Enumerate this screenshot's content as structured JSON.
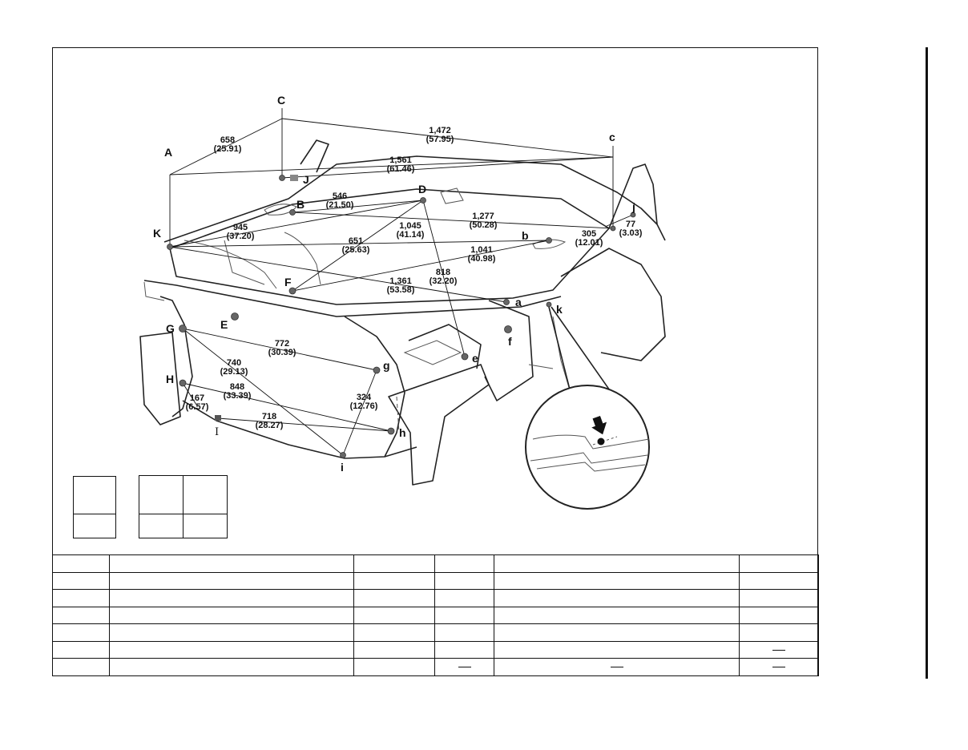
{
  "points_upper": {
    "A": "A",
    "B": "B",
    "C": "C",
    "D": "D",
    "E": "E",
    "F": "F",
    "G": "G",
    "H": "H",
    "J": "J",
    "K": "K"
  },
  "points_lower": {
    "a": "a",
    "b": "b",
    "c": "c",
    "e": "e",
    "f": "f",
    "g": "g",
    "h": "h",
    "i": "i",
    "j": "j",
    "k": "k"
  },
  "roman_I": "I",
  "dimensions": [
    {
      "id": "d658",
      "mm": "658",
      "in": "(25.91)"
    },
    {
      "id": "d1472",
      "mm": "1,472",
      "in": "(57.95)"
    },
    {
      "id": "d1561",
      "mm": "1,561",
      "in": "(61.46)"
    },
    {
      "id": "d546",
      "mm": "546",
      "in": "(21.50)"
    },
    {
      "id": "d1277",
      "mm": "1,277",
      "in": "(50.28)"
    },
    {
      "id": "d77",
      "mm": "77",
      "in": "(3.03)"
    },
    {
      "id": "d305",
      "mm": "305",
      "in": "(12.01)"
    },
    {
      "id": "d945",
      "mm": "945",
      "in": "(37.20)"
    },
    {
      "id": "d1045",
      "mm": "1,045",
      "in": "(41.14)"
    },
    {
      "id": "d651",
      "mm": "651",
      "in": "(25.63)"
    },
    {
      "id": "d1041",
      "mm": "1,041",
      "in": "(40.98)"
    },
    {
      "id": "d818",
      "mm": "818",
      "in": "(32.20)"
    },
    {
      "id": "d1361",
      "mm": "1,361",
      "in": "(53.58)"
    },
    {
      "id": "d772",
      "mm": "772",
      "in": "(30.39)"
    },
    {
      "id": "d740",
      "mm": "740",
      "in": "(29.13)"
    },
    {
      "id": "d848",
      "mm": "848",
      "in": "(33.39)"
    },
    {
      "id": "d324",
      "mm": "324",
      "in": "(12.76)"
    },
    {
      "id": "d167",
      "mm": "167",
      "in": "(6.57)"
    },
    {
      "id": "d718",
      "mm": "718",
      "in": "(28.27)"
    }
  ],
  "table": {
    "rows": [
      [
        "",
        "",
        "",
        "",
        "",
        ""
      ],
      [
        "",
        "",
        "",
        "",
        "",
        ""
      ],
      [
        "",
        "",
        "",
        "",
        "",
        ""
      ],
      [
        "",
        "",
        "",
        "",
        "",
        ""
      ],
      [
        "",
        "",
        "",
        "",
        "",
        ""
      ],
      [
        "",
        "",
        "",
        "",
        "",
        "—"
      ],
      [
        "",
        "",
        "",
        "—",
        "—",
        "—"
      ]
    ]
  }
}
